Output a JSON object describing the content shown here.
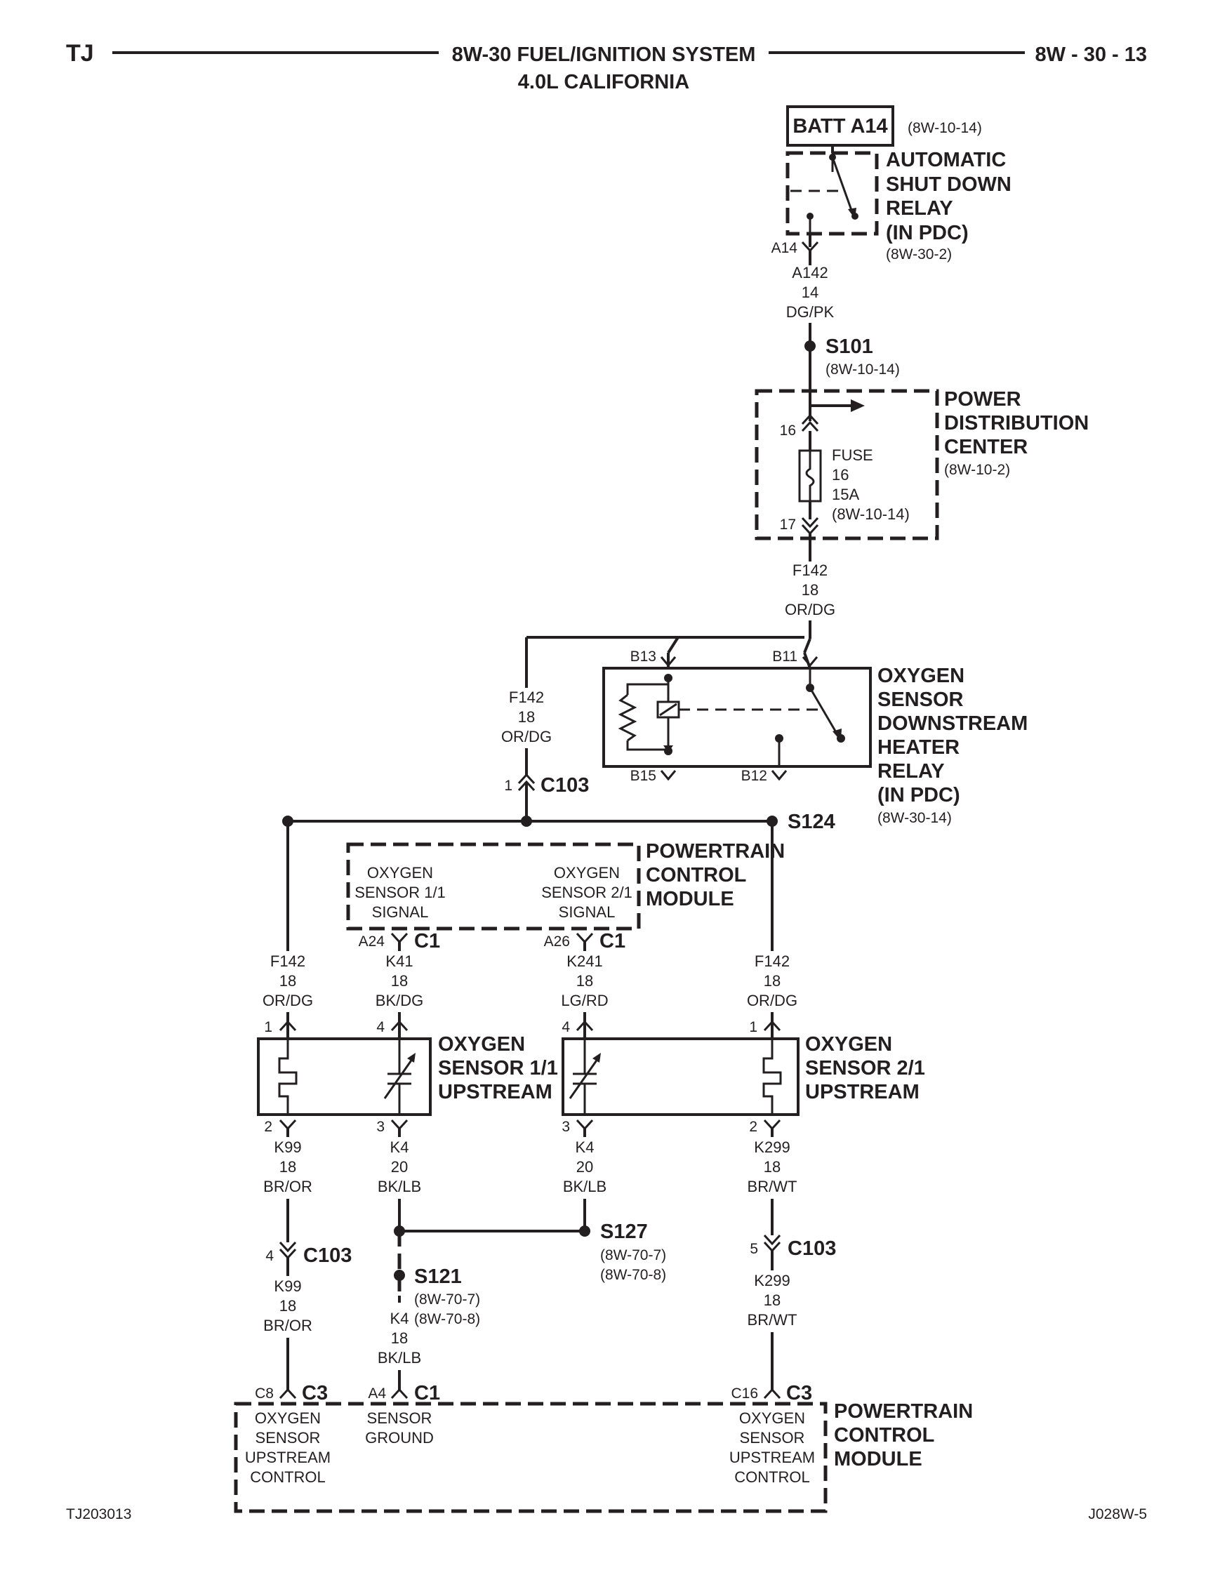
{
  "header": {
    "left": "TJ",
    "title_line1": "8W-30 FUEL/IGNITION SYSTEM",
    "title_line2": "4.0L CALIFORNIA",
    "right": "8W - 30 - 13"
  },
  "footer": {
    "left": "TJ203013",
    "right": "J028W-5"
  },
  "batt": {
    "label": "BATT A14",
    "ref": "(8W-10-14)"
  },
  "asd_relay": {
    "lines": [
      "AUTOMATIC",
      "SHUT DOWN",
      "RELAY",
      "(IN PDC)"
    ],
    "ref": "(8W-30-2)",
    "pin": "A14"
  },
  "wire_a142": [
    "A142",
    "14",
    "DG/PK"
  ],
  "s101": {
    "label": "S101",
    "ref": "(8W-10-14)"
  },
  "pdc": {
    "lines": [
      "POWER",
      "DISTRIBUTION",
      "CENTER"
    ],
    "ref": "(8W-10-2)",
    "pin_in": "16",
    "pin_out": "17"
  },
  "fuse": [
    "FUSE",
    "16",
    "15A",
    "(8W-10-14)"
  ],
  "wire_f142_top": [
    "F142",
    "18",
    "OR/DG"
  ],
  "wire_f142_left": [
    "F142",
    "18",
    "OR/DG"
  ],
  "o2_relay": {
    "lines": [
      "OXYGEN",
      "SENSOR",
      "DOWNSTREAM",
      "HEATER",
      "RELAY",
      "(IN PDC)"
    ],
    "ref": "(8W-30-14)",
    "pins": {
      "b13": "B13",
      "b11": "B11",
      "b15": "B15",
      "b12": "B12"
    }
  },
  "c103_top": {
    "pin": "1",
    "label": "C103"
  },
  "s124": {
    "label": "S124"
  },
  "pcm_top": {
    "lines": [
      "POWERTRAIN",
      "CONTROL",
      "MODULE"
    ],
    "sig1": [
      "OXYGEN",
      "SENSOR 1/1",
      "SIGNAL"
    ],
    "sig2": [
      "OXYGEN",
      "SENSOR 2/1",
      "SIGNAL"
    ],
    "pin1": "A24",
    "pin2": "A26",
    "conn": "C1"
  },
  "wires_mid": {
    "w1": [
      "F142",
      "18",
      "OR/DG"
    ],
    "w2": [
      "K41",
      "18",
      "BK/DG"
    ],
    "w3": [
      "K241",
      "18",
      "LG/RD"
    ],
    "w4": [
      "F142",
      "18",
      "OR/DG"
    ]
  },
  "sensor11": {
    "lines": [
      "OXYGEN",
      "SENSOR 1/1",
      "UPSTREAM"
    ],
    "pin_tl": "1",
    "pin_tr": "4",
    "pin_bl": "2",
    "pin_br": "3"
  },
  "sensor21": {
    "lines": [
      "OXYGEN",
      "SENSOR 2/1",
      "UPSTREAM"
    ],
    "pin_tl": "4",
    "pin_tr": "1",
    "pin_bl": "3",
    "pin_br": "2"
  },
  "wires_low": {
    "w1": [
      "K99",
      "18",
      "BR/OR"
    ],
    "w2": [
      "K4",
      "20",
      "BK/LB"
    ],
    "w3": [
      "K4",
      "20",
      "BK/LB"
    ],
    "w4": [
      "K299",
      "18",
      "BR/WT"
    ]
  },
  "s127": {
    "label": "S127",
    "refs": [
      "(8W-70-7)",
      "(8W-70-8)"
    ]
  },
  "s121": {
    "label": "S121",
    "refs": [
      "(8W-70-7)",
      "(8W-70-8)"
    ]
  },
  "c103_left": {
    "pin": "4",
    "label": "C103"
  },
  "c103_right": {
    "pin": "5",
    "label": "C103"
  },
  "wires_bottom": {
    "w1": [
      "K99",
      "18",
      "BR/OR"
    ],
    "w2": [
      "K4",
      "18",
      "BK/LB"
    ],
    "w4": [
      "K299",
      "18",
      "BR/WT"
    ]
  },
  "pcm_bottom": {
    "lines": [
      "POWERTRAIN",
      "CONTROL",
      "MODULE"
    ],
    "c8": "C8",
    "c3a": "C3",
    "a4": "A4",
    "c1": "C1",
    "c16": "C16",
    "c3b": "C3",
    "col1": [
      "OXYGEN",
      "SENSOR",
      "UPSTREAM",
      "CONTROL"
    ],
    "col2": [
      "SENSOR",
      "GROUND"
    ],
    "col3": [
      "OXYGEN",
      "SENSOR",
      "UPSTREAM",
      "CONTROL"
    ]
  }
}
